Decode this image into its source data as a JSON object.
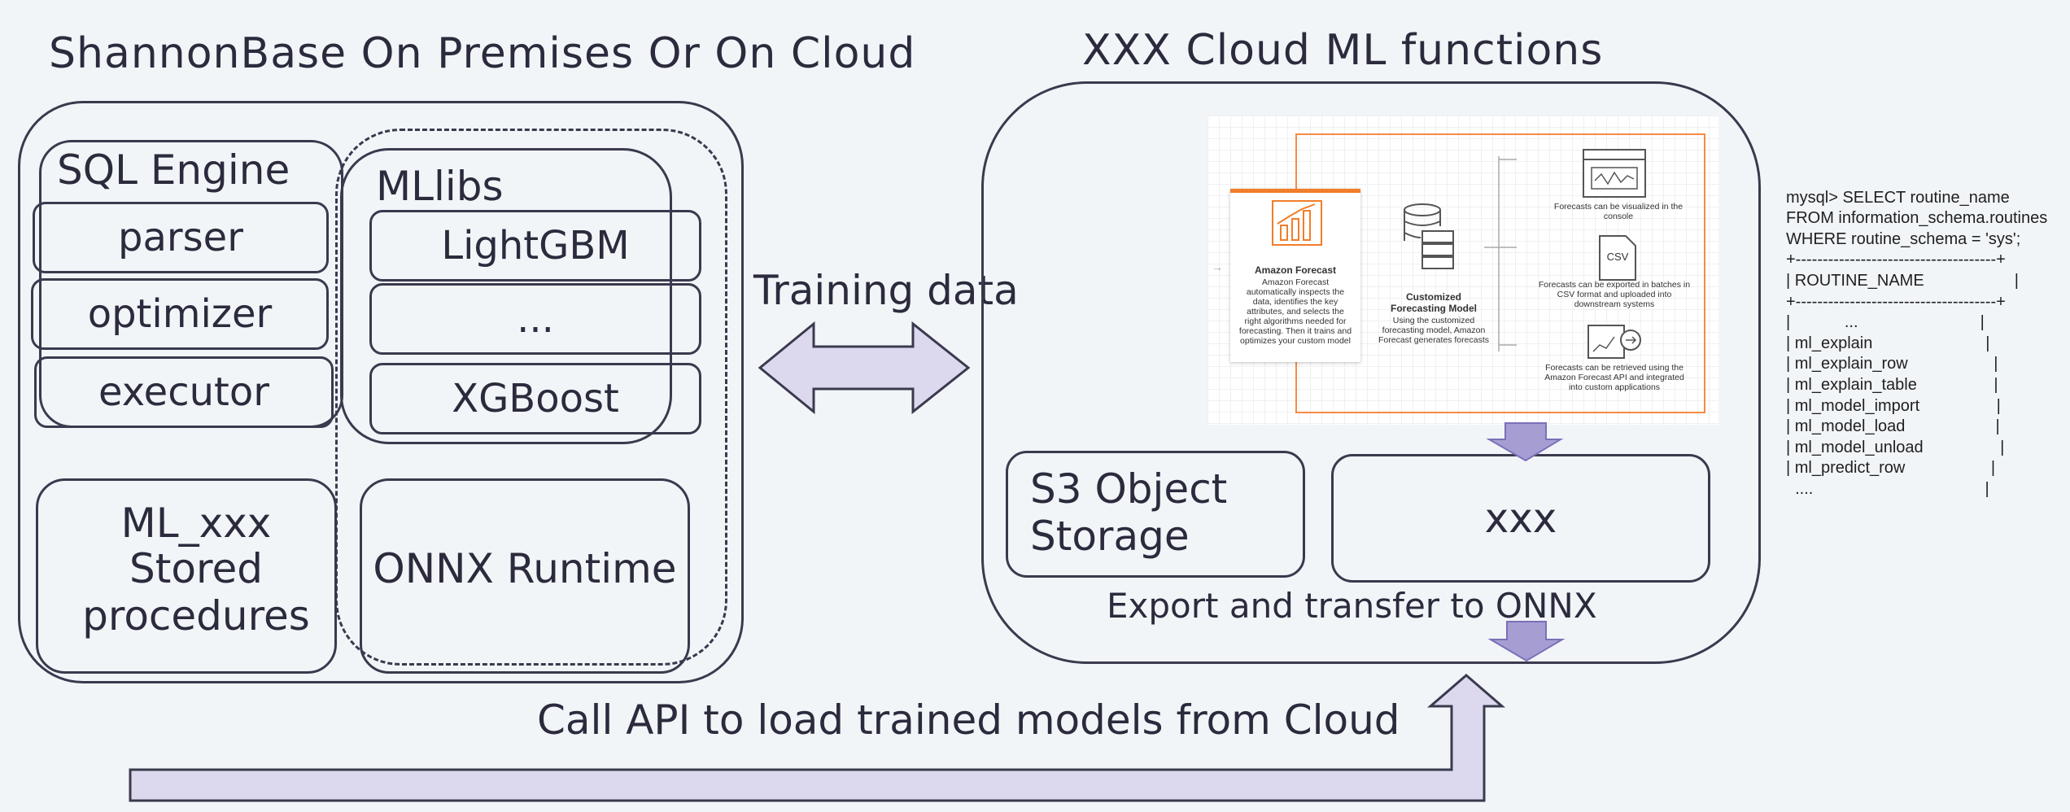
{
  "titles": {
    "left": "ShannonBase On Premises Or On Cloud",
    "right": "XXX Cloud ML functions"
  },
  "sql_engine": {
    "title": "SQL Engine",
    "items": [
      "parser",
      "optimizer",
      "executor"
    ]
  },
  "mllibs": {
    "title": "MLlibs",
    "items": [
      "LightGBM",
      "...",
      "XGBoost"
    ]
  },
  "stored_procedures": {
    "line1": "ML_xxx",
    "line2": "Stored",
    "line3": "procedures"
  },
  "onnx_runtime": "ONNX Runtime",
  "training_data": "Training data",
  "cloud": {
    "s3_line1": "S3 Object",
    "s3_line2": "Storage",
    "xxx": "xxx",
    "export": "Export and transfer to ONNX"
  },
  "call_api": "Call API to load trained models from Cloud",
  "aws_image": {
    "card_title": "Amazon Forecast",
    "card_text": "Amazon Forecast automatically inspects the data, identifies the key attributes, and selects the right algorithms needed for forecasting. Then it trains and optimizes your custom model",
    "model_title": "Customized Forecasting Model",
    "model_text": "Using the customized forecasting model, Amazon Forecast generates forecasts",
    "out1": "Forecasts can be visualized in the console",
    "out2": "Forecasts can be exported in batches in CSV format and uploaded into downstream systems",
    "out3": "Forecasts can be retrieved using the Amazon Forecast API and integrated into custom applications",
    "csv_label": "CSV"
  },
  "sql_output": {
    "lines": [
      "mysql> SELECT routine_name",
      "FROM information_schema.routines",
      "WHERE routine_schema = 'sys';",
      "+-------------------------------------+",
      "| ROUTINE_NAME                    |",
      "+-------------------------------------+",
      "|            ...                           |",
      "| ml_explain                         |",
      "| ml_explain_row                   |",
      "| ml_explain_table                 |",
      "| ml_model_import                 |",
      "| ml_model_load                    |",
      "| ml_model_unload                 |",
      "| ml_predict_row                   |",
      "  ....                                      |"
    ]
  },
  "colors": {
    "arrow_fill": "#dcd9ee",
    "arrow_dark": "#9b90cc",
    "stroke": "#3a3a4e",
    "accent_orange": "#f58b45"
  }
}
